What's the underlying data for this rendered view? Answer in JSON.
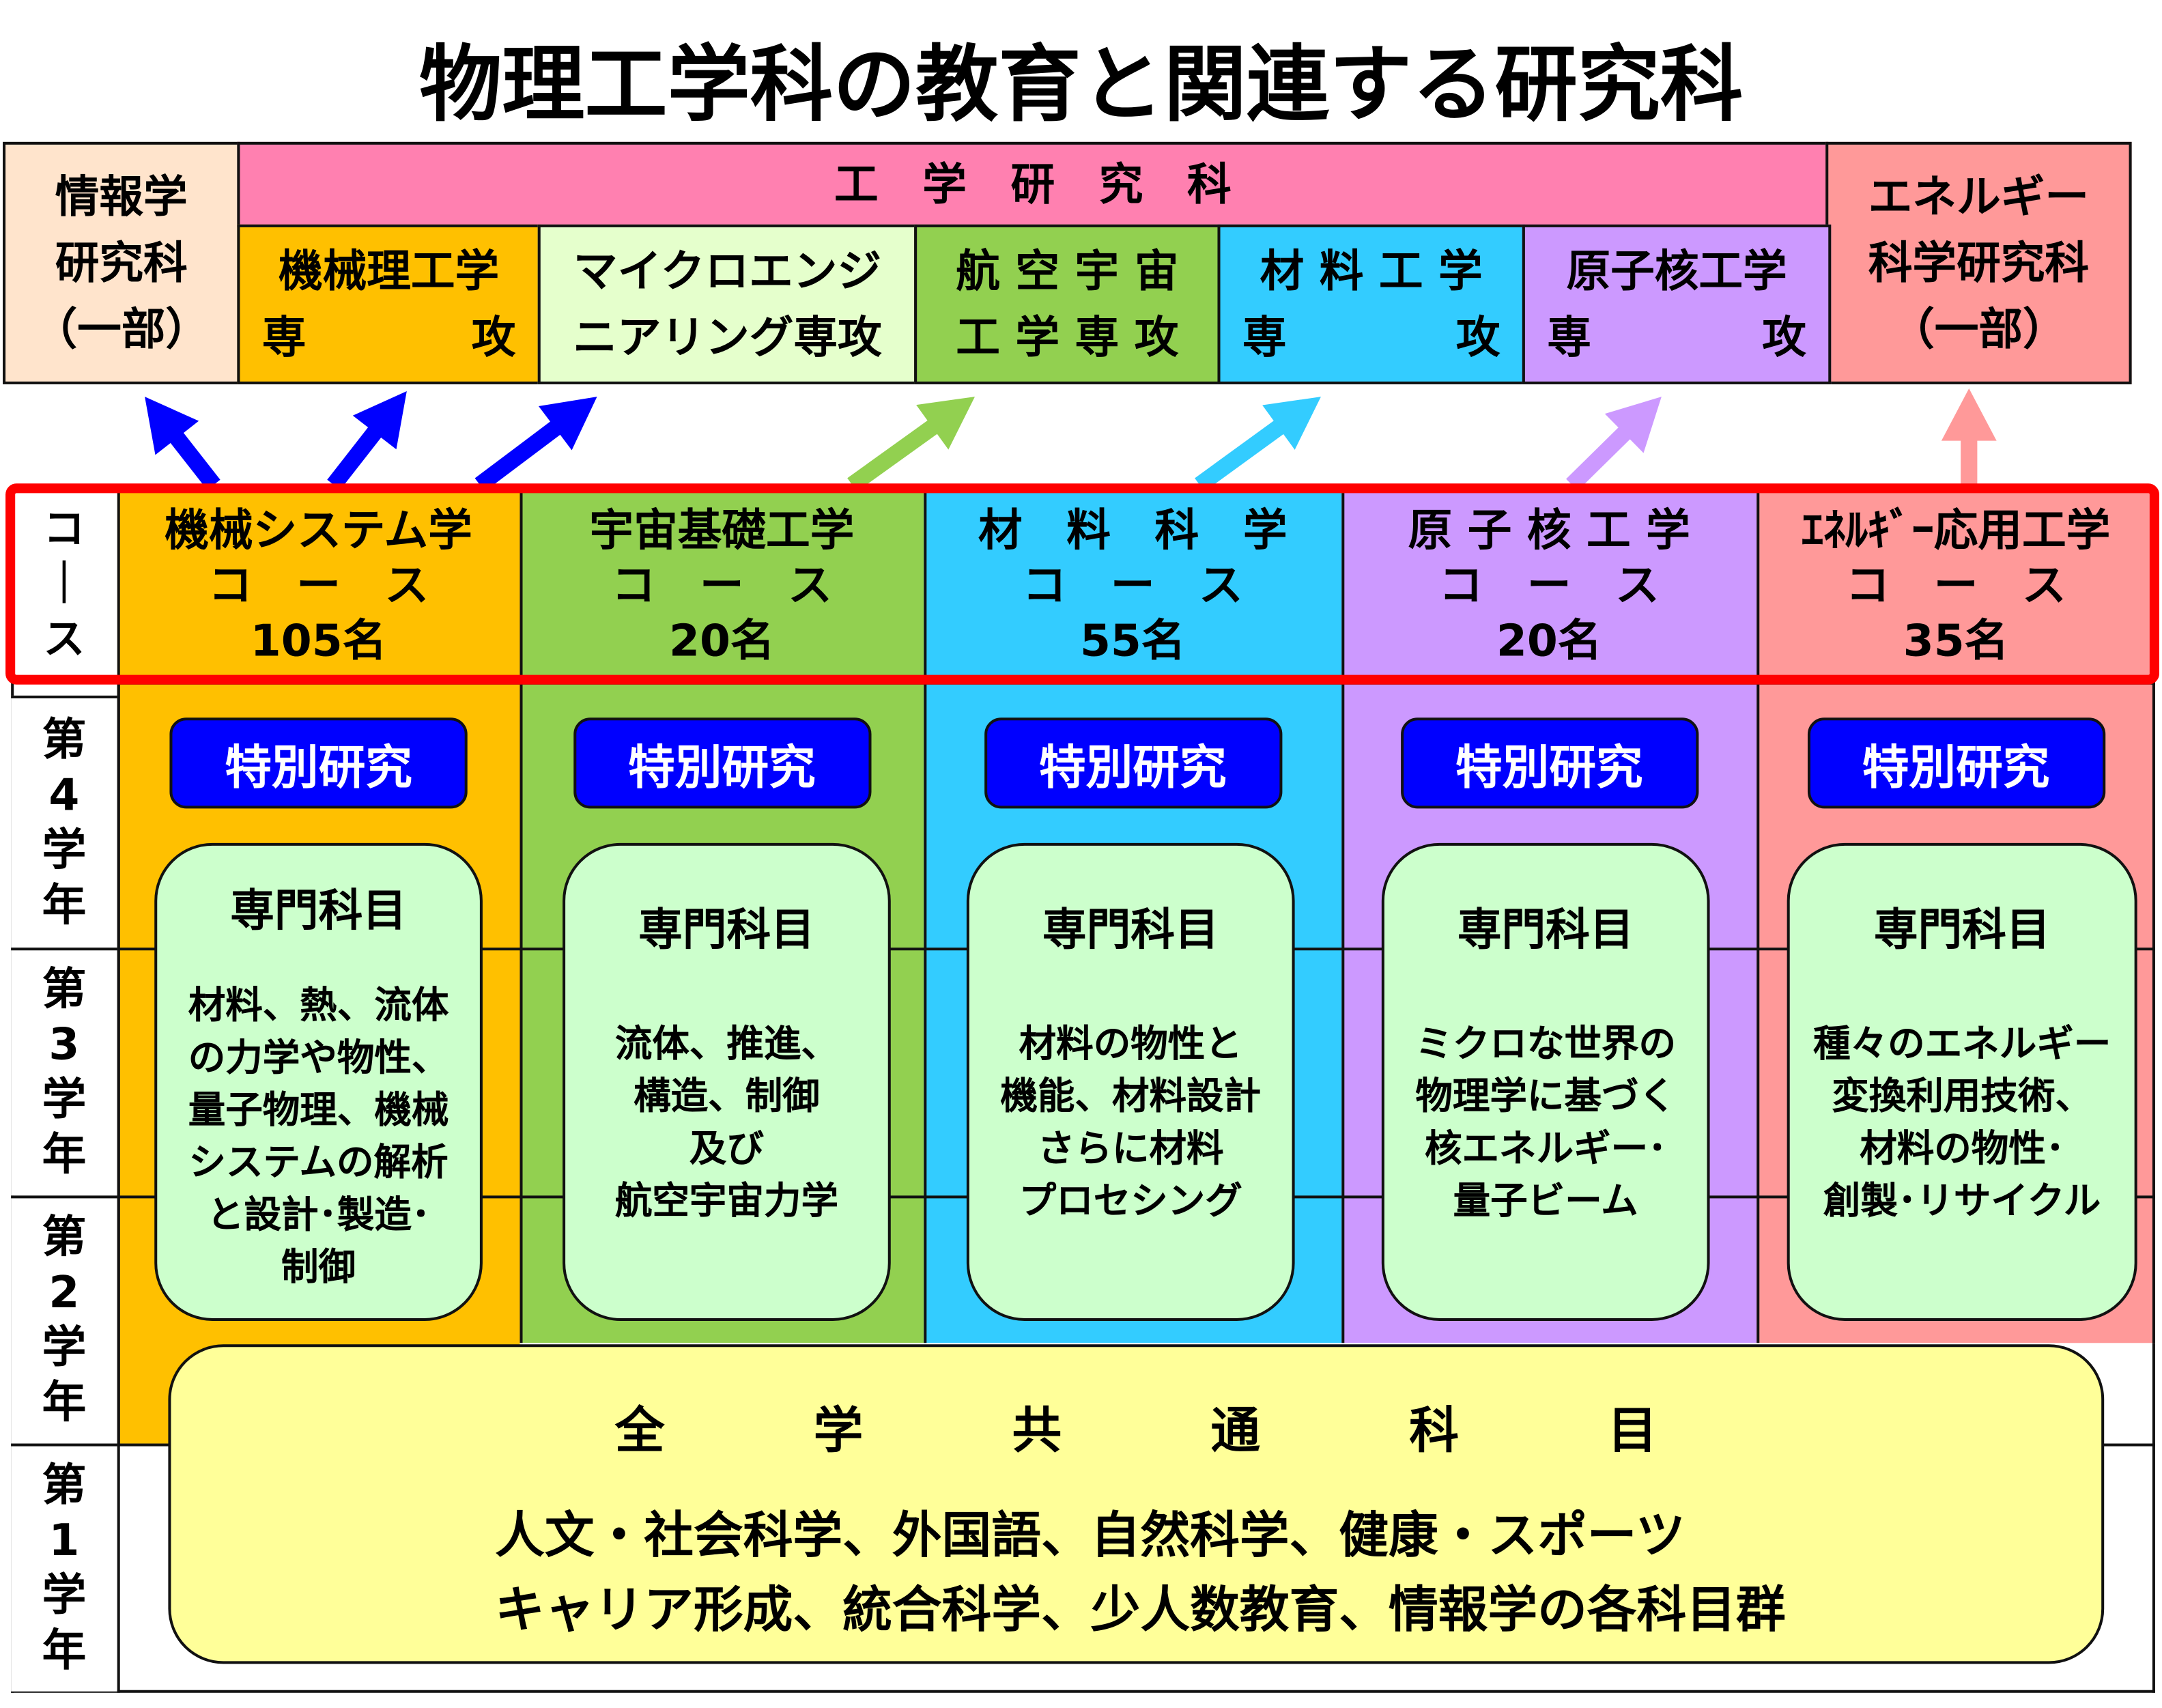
{
  "title": "物理工学科の教育と関連する研究科",
  "graduate_schools": {
    "informatics": {
      "lines": [
        "情報学",
        "研究科",
        "（一部）"
      ]
    },
    "engineering": {
      "label": "工　学　研　究　科"
    },
    "energy": {
      "lines": [
        "エネルギー",
        "科学研究科",
        "（一部）"
      ]
    },
    "majors": [
      {
        "line1": "機械理工学",
        "left": "専",
        "right": "攻"
      },
      {
        "line1": "マイクロエンジ",
        "line2": "ニアリング専攻"
      },
      {
        "line1": "航 空 宇 宙",
        "line2": "工 学 専 攻"
      },
      {
        "line1": "材 料 工 学",
        "left": "専",
        "right": "攻"
      },
      {
        "line1": "原子核工学",
        "left": "専",
        "right": "攻"
      }
    ]
  },
  "course_label": [
    "コ",
    "｜",
    "ス"
  ],
  "courses": [
    {
      "name": "機械システム学",
      "suffix": "コ　ー　ス",
      "count": "105名",
      "special": "特別研究",
      "subject_title": "専門科目",
      "subjects": "材料、熱、流体\nの力学や物性、\n量子物理、機械\nシステムの解析\nと設計･製造･\n制御"
    },
    {
      "name": "宇宙基礎工学",
      "suffix": "コ　ー　ス",
      "count": "20名",
      "special": "特別研究",
      "subject_title": "専門科目",
      "subjects": "流体、推進、\n構造、制御\n及び\n航空宇宙力学"
    },
    {
      "name": "材　料　科　学",
      "suffix": "コ　ー　ス",
      "count": "55名",
      "special": "特別研究",
      "subject_title": "専門科目",
      "subjects": "材料の物性と\n機能、材料設計\nさらに材料\nプロセシング"
    },
    {
      "name": "原 子 核 工 学",
      "suffix": "コ　ー　ス",
      "count": "20名",
      "special": "特別研究",
      "subject_title": "専門科目",
      "subjects": "ミクロな世界の\n物理学に基づく\n核エネルギー･\n量子ビーム"
    },
    {
      "name": "ｴﾈﾙｷﾞｰ応用工学",
      "suffix": "コ　ー　ス",
      "count": "35名",
      "special": "特別研究",
      "subject_title": "専門科目",
      "subjects": "種々のエネルギー\n変換利用技術、\n材料の物性･\n創製･リサイクル"
    }
  ],
  "years": [
    [
      "第",
      "4",
      "学",
      "年"
    ],
    [
      "第",
      "3",
      "学",
      "年"
    ],
    [
      "第",
      "2",
      "学",
      "年"
    ],
    [
      "第",
      "1",
      "学",
      "年"
    ]
  ],
  "common": {
    "title": "全　　　学　　　共　　　通　　　科　　　目",
    "line1": "人文・社会科学、外国語、自然科学、健康・スポーツ",
    "line2": "キャリア形成、統合科学、少人数教育、情報学の各科目群"
  },
  "colors": {
    "informatics": "#ffe4cc",
    "engineering": "#ff80b0",
    "energy": "#ff9999",
    "mech": "#ffc000",
    "micro": "#e5ffcc",
    "aero": "#92d050",
    "material": "#33ccff",
    "nuclear": "#cc99ff",
    "highlight": "#ff0000",
    "special": "#0000ff",
    "subject": "#ccffcc",
    "common": "#ffff99"
  }
}
